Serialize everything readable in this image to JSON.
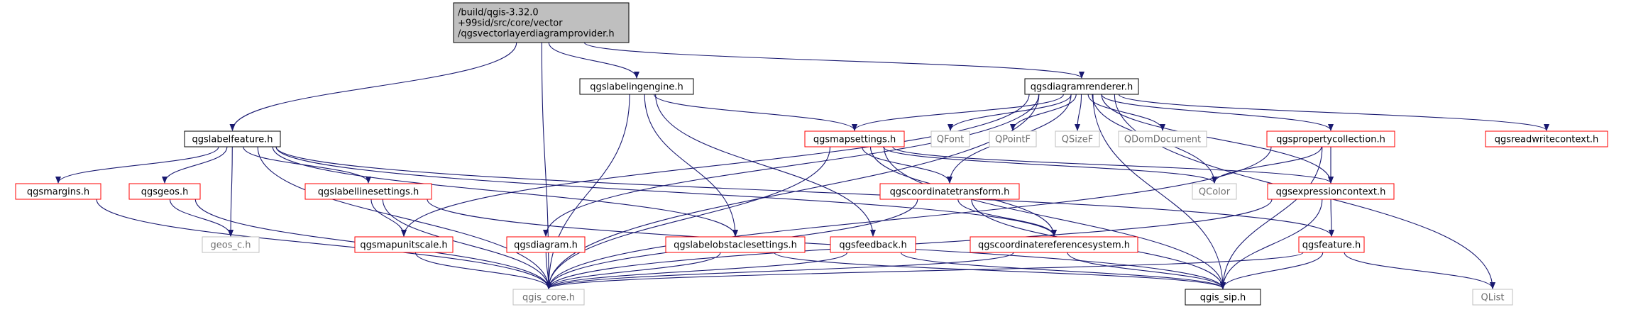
{
  "colors": {
    "edge": "#191970",
    "root_fill": "#bfbfbf",
    "black_border": "#000000",
    "red_border": "#ff0000",
    "grey_border": "#bfbfbf",
    "grey_text": "#6f6f6f",
    "text": "#000000",
    "background": "#ffffff"
  },
  "nodes": [
    {
      "id": "root",
      "lines": [
        "/build/qgis-3.32.0",
        "+99sid/src/core/vector",
        "/qgsvectorlayerdiagramprovider.h"
      ],
      "style": "root"
    },
    {
      "id": "labelingengine",
      "lines": [
        "qgslabelingengine.h"
      ],
      "style": "black"
    },
    {
      "id": "diagramrenderer",
      "lines": [
        "qgsdiagramrenderer.h"
      ],
      "style": "black"
    },
    {
      "id": "labelfeature",
      "lines": [
        "qgslabelfeature.h"
      ],
      "style": "black"
    },
    {
      "id": "margins",
      "lines": [
        "qgsmargins.h"
      ],
      "style": "red"
    },
    {
      "id": "geos",
      "lines": [
        "qgsgeos.h"
      ],
      "style": "red"
    },
    {
      "id": "geos_c",
      "lines": [
        "geos_c.h"
      ],
      "style": "grey"
    },
    {
      "id": "labellinesettings",
      "lines": [
        "qgslabellinesettings.h"
      ],
      "style": "red"
    },
    {
      "id": "mapunitscale",
      "lines": [
        "qgsmapunitscale.h"
      ],
      "style": "red"
    },
    {
      "id": "mapsettings",
      "lines": [
        "qgsmapsettings.h"
      ],
      "style": "red"
    },
    {
      "id": "qfont",
      "lines": [
        "QFont"
      ],
      "style": "grey"
    },
    {
      "id": "qpointf",
      "lines": [
        "QPointF"
      ],
      "style": "grey"
    },
    {
      "id": "qsizef",
      "lines": [
        "QSizeF"
      ],
      "style": "grey"
    },
    {
      "id": "qdomdocument",
      "lines": [
        "QDomDocument"
      ],
      "style": "grey"
    },
    {
      "id": "propertycollection",
      "lines": [
        "qgspropertycollection.h"
      ],
      "style": "red"
    },
    {
      "id": "readwritecontext",
      "lines": [
        "qgsreadwritecontext.h"
      ],
      "style": "red"
    },
    {
      "id": "coordinatetransform",
      "lines": [
        "qgscoordinatetransform.h"
      ],
      "style": "red"
    },
    {
      "id": "qcolor",
      "lines": [
        "QColor"
      ],
      "style": "grey"
    },
    {
      "id": "expressioncontext",
      "lines": [
        "qgsexpressioncontext.h"
      ],
      "style": "red"
    },
    {
      "id": "diagram",
      "lines": [
        "qgsdiagram.h"
      ],
      "style": "red"
    },
    {
      "id": "labelobstaclesettings",
      "lines": [
        "qgslabelobstaclesettings.h"
      ],
      "style": "red"
    },
    {
      "id": "feedback",
      "lines": [
        "qgsfeedback.h"
      ],
      "style": "red"
    },
    {
      "id": "coordinatereferencesystem",
      "lines": [
        "qgscoordinatereferencesystem.h"
      ],
      "style": "red"
    },
    {
      "id": "feature",
      "lines": [
        "qgsfeature.h"
      ],
      "style": "red"
    },
    {
      "id": "qgis_core",
      "lines": [
        "qgis_core.h"
      ],
      "style": "grey"
    },
    {
      "id": "qgis_sip",
      "lines": [
        "qgis_sip.h"
      ],
      "style": "black"
    },
    {
      "id": "qlist",
      "lines": [
        "QList"
      ],
      "style": "grey"
    }
  ],
  "edges": [
    [
      "root",
      "labelingengine"
    ],
    [
      "root",
      "diagramrenderer"
    ],
    [
      "root",
      "labelfeature"
    ],
    [
      "root",
      "qgis_core"
    ],
    [
      "labelingengine",
      "mapsettings"
    ],
    [
      "labelingengine",
      "labelobstaclesettings"
    ],
    [
      "labelingengine",
      "feedback"
    ],
    [
      "labelingengine",
      "qgis_core"
    ],
    [
      "labelfeature",
      "margins"
    ],
    [
      "labelfeature",
      "geos"
    ],
    [
      "labelfeature",
      "geos_c"
    ],
    [
      "labelfeature",
      "labellinesettings"
    ],
    [
      "labelfeature",
      "labelobstaclesettings"
    ],
    [
      "labelfeature",
      "coordinatereferencesystem"
    ],
    [
      "labelfeature",
      "feature"
    ],
    [
      "labelfeature",
      "qgis_core"
    ],
    [
      "diagramrenderer",
      "mapsettings"
    ],
    [
      "diagramrenderer",
      "qfont"
    ],
    [
      "diagramrenderer",
      "qpointf"
    ],
    [
      "diagramrenderer",
      "qsizef"
    ],
    [
      "diagramrenderer",
      "qdomdocument"
    ],
    [
      "diagramrenderer",
      "propertycollection"
    ],
    [
      "diagramrenderer",
      "readwritecontext"
    ],
    [
      "diagramrenderer",
      "qcolor"
    ],
    [
      "diagramrenderer",
      "expressioncontext"
    ],
    [
      "diagramrenderer",
      "diagram"
    ],
    [
      "diagramrenderer",
      "mapunitscale"
    ],
    [
      "diagramrenderer",
      "coordinatetransform"
    ],
    [
      "diagramrenderer",
      "qgis_core"
    ],
    [
      "diagramrenderer",
      "qgis_sip"
    ],
    [
      "diagramrenderer",
      "qlist"
    ],
    [
      "margins",
      "qgis_core"
    ],
    [
      "geos",
      "geos_c"
    ],
    [
      "geos",
      "qgis_core"
    ],
    [
      "labellinesettings",
      "mapunitscale"
    ],
    [
      "labellinesettings",
      "qgis_core"
    ],
    [
      "labellinesettings",
      "qgis_sip"
    ],
    [
      "mapunitscale",
      "qgis_core"
    ],
    [
      "mapsettings",
      "coordinatetransform"
    ],
    [
      "mapsettings",
      "coordinatereferencesystem"
    ],
    [
      "mapsettings",
      "qcolor"
    ],
    [
      "mapsettings",
      "expressioncontext"
    ],
    [
      "mapsettings",
      "qgis_core"
    ],
    [
      "mapsettings",
      "qgis_sip"
    ],
    [
      "propertycollection",
      "qcolor"
    ],
    [
      "propertycollection",
      "expressioncontext"
    ],
    [
      "propertycollection",
      "qgis_core"
    ],
    [
      "propertycollection",
      "qgis_sip"
    ],
    [
      "coordinatetransform",
      "coordinatereferencesystem"
    ],
    [
      "coordinatetransform",
      "qgis_core"
    ],
    [
      "coordinatetransform",
      "qgis_sip"
    ],
    [
      "expressioncontext",
      "feature"
    ],
    [
      "expressioncontext",
      "qgis_core"
    ],
    [
      "expressioncontext",
      "qgis_sip"
    ],
    [
      "diagram",
      "qgis_core"
    ],
    [
      "labelobstaclesettings",
      "qgis_core"
    ],
    [
      "labelobstaclesettings",
      "qgis_sip"
    ],
    [
      "feedback",
      "qgis_core"
    ],
    [
      "feedback",
      "qgis_sip"
    ],
    [
      "coordinatereferencesystem",
      "qgis_core"
    ],
    [
      "coordinatereferencesystem",
      "qgis_sip"
    ],
    [
      "feature",
      "qgis_core"
    ],
    [
      "feature",
      "qgis_sip"
    ],
    [
      "feature",
      "qlist"
    ]
  ]
}
